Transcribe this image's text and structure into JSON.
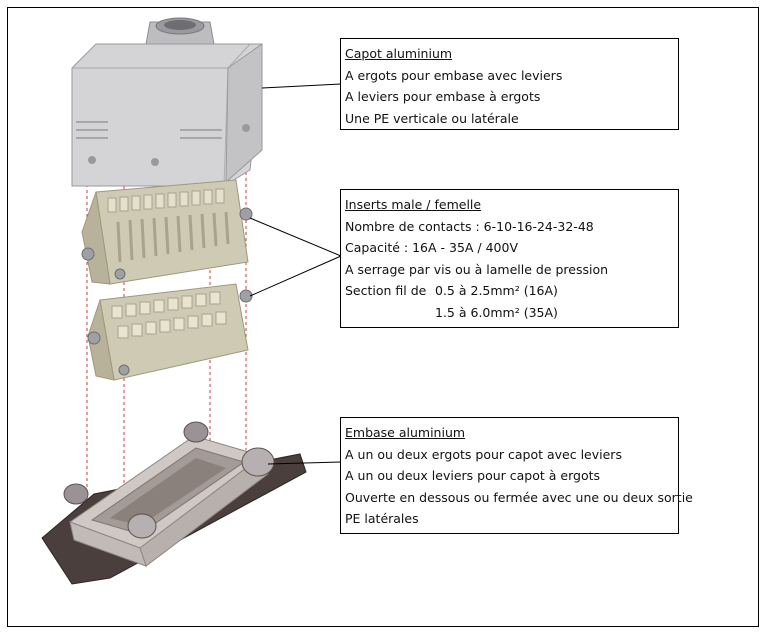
{
  "callouts": {
    "capot": {
      "title": "Capot aluminium",
      "lines": [
        "A ergots pour embase avec leviers",
        "A leviers pour embase à ergots",
        "Une PE verticale ou latérale"
      ]
    },
    "inserts": {
      "title": "Inserts male / femelle",
      "lines": [
        "Nombre de contacts : 6-10-16-24-32-48",
        "Capacité : 16A - 35A / 400V",
        "A serrage par vis ou à lamelle de pression"
      ],
      "section_label": "Section fil de",
      "section_values": [
        "0.5 à 2.5mm² (16A)",
        "1.5 à 6.0mm² (35A)"
      ]
    },
    "embase": {
      "title": "Embase aluminium",
      "lines": [
        "A un ou deux ergots pour capot avec leviers",
        "A un ou deux leviers pour capot à ergots",
        "Ouverte en dessous ou fermée avec une ou deux sortie",
        "PE latérales"
      ]
    }
  },
  "colors": {
    "metal_light": "#d4d4d6",
    "metal_mid": "#b9b9bc",
    "metal_dark": "#8e8e92",
    "insert_body": "#cfcab4",
    "insert_dark": "#a9a38c",
    "base_rim": "#4a3f3c",
    "guide_line": "#c0403a"
  }
}
